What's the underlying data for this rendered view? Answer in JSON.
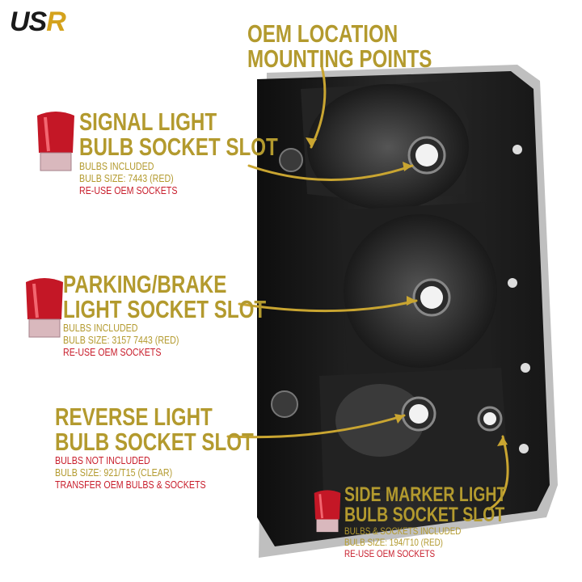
{
  "brand": {
    "logo_part1": "US",
    "logo_part2": "R"
  },
  "callouts": {
    "oem_mount": {
      "line1": "OEM LOCATION",
      "line2": "MOUNTING POINTS"
    },
    "signal": {
      "line1": "SIGNAL LIGHT",
      "line2": "BULB SOCKET SLOT",
      "detail1": "BULBS INCLUDED",
      "detail2": "BULB SIZE: 7443 (RED)",
      "detail3": "RE-USE OEM SOCKETS"
    },
    "parking": {
      "line1": "PARKING/BRAKE",
      "line2": "LIGHT SOCKET SLOT",
      "detail1": "BULBS INCLUDED",
      "detail2": "BULB SIZE: 3157 7443 (RED)",
      "detail3": "RE-USE OEM SOCKETS"
    },
    "reverse": {
      "line1": "REVERSE LIGHT",
      "line2": "BULB SOCKET SLOT",
      "detail1": "BULBS NOT INCLUDED",
      "detail2": "BULB SIZE: 921/T15 (CLEAR)",
      "detail3": "TRANSFER OEM BULBS & SOCKETS"
    },
    "side_marker": {
      "line1": "SIDE MARKER LIGHT",
      "line2": "BULB SOCKET SLOT",
      "detail1": "BULBS & SOCKETS INCLUDED",
      "detail2": "BULB SIZE: 194/T10 (RED)",
      "detail3": "RE-USE OEM SOCKETS"
    }
  },
  "colors": {
    "gold": "#b39a2e",
    "red": "#c81d2b",
    "housing": "#1b1b1b"
  }
}
